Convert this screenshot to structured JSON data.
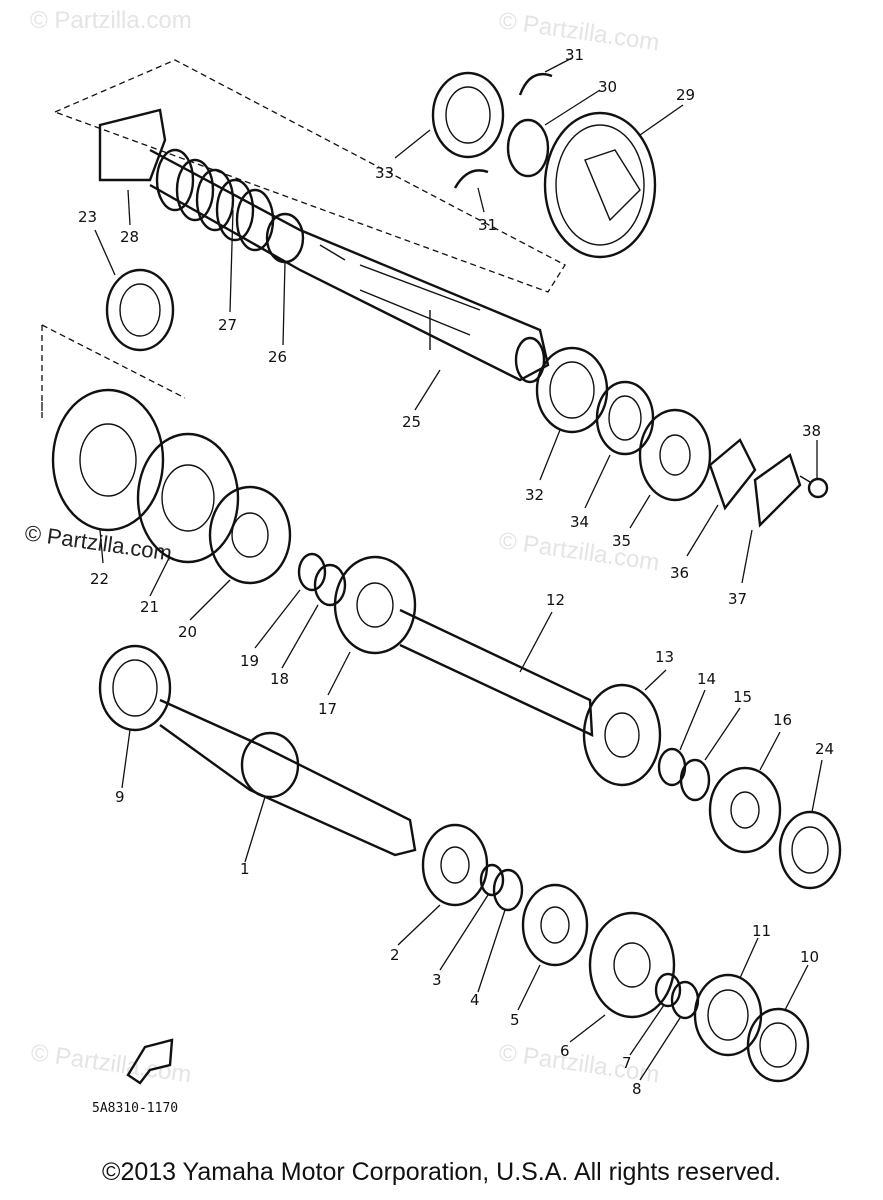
{
  "watermark_text": "Partzilla.com",
  "watermark_symbol": "©",
  "diagram_code": "5A8310-1170",
  "copyright": "©2013  Yamaha Motor Corporation, U.S.A. All rights reserved.",
  "callouts": [
    "1",
    "2",
    "3",
    "4",
    "5",
    "6",
    "7",
    "8",
    "9",
    "10",
    "11",
    "12",
    "13",
    "14",
    "15",
    "16",
    "17",
    "18",
    "19",
    "20",
    "21",
    "22",
    "23",
    "24",
    "25",
    "26",
    "27",
    "28",
    "29",
    "30",
    "31",
    "32",
    "33",
    "34",
    "35",
    "36",
    "37",
    "38"
  ],
  "callout_31_second": "31"
}
